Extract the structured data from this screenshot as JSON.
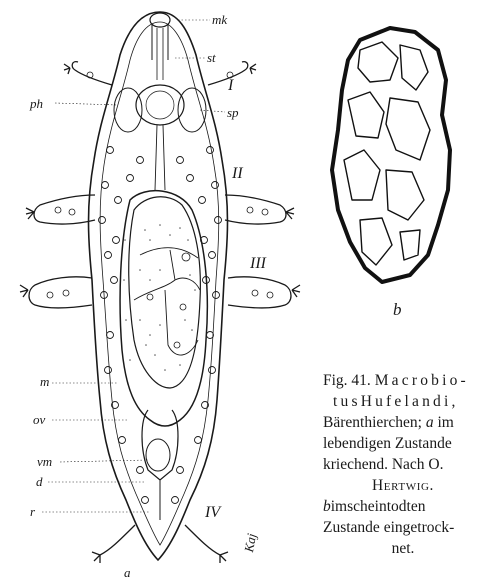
{
  "figure_a": {
    "label": "a",
    "annotations": {
      "mk": "mk",
      "st": "st",
      "I": "I",
      "ph": "ph",
      "sp": "sp",
      "II": "II",
      "III": "III",
      "m": "m",
      "ov": "ov",
      "vm": "vm",
      "d": "d",
      "r": "r",
      "IV": "IV",
      "signature": "Kaj"
    }
  },
  "figure_b": {
    "label": "b"
  },
  "caption": {
    "l1_fig": "Fig. 41.",
    "l1_name": "Macrobio-",
    "l2_a": "tus",
    "l2_b": "Hufelandi,",
    "l3": "Bärenthierchen;",
    "l3_a": "a",
    "l3_rest": "im",
    "l4": "lebendigen Zustande",
    "l5": "kriechend.  Nach O.",
    "l6": "Hertwig.",
    "l7_b": "b",
    "l7_a": "im",
    "l7_b2": "scheintodten",
    "l8": "Zustande eingetrock-",
    "l9": "net."
  }
}
